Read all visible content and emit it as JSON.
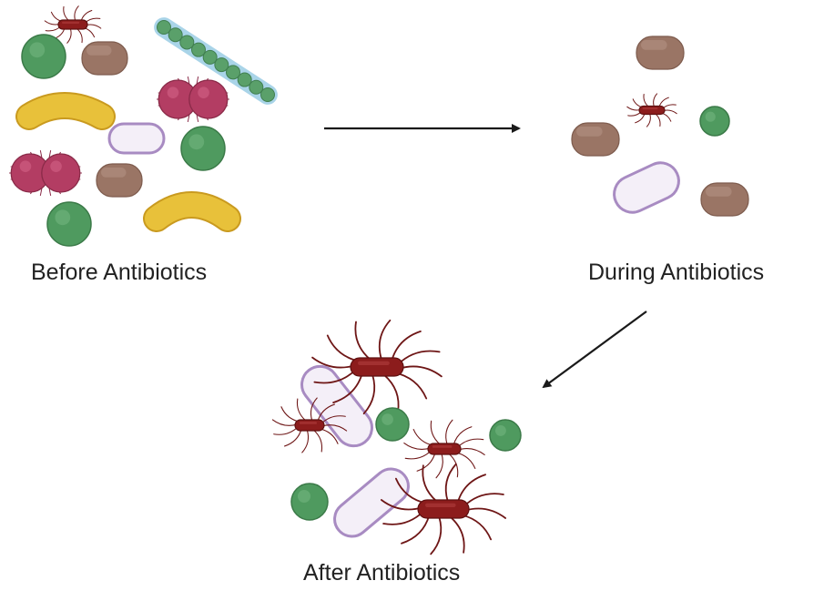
{
  "labels": {
    "before": "Before Antibiotics",
    "during": "During Antibiotics",
    "after": "After Antibiotics"
  },
  "colors": {
    "green_coccus": "#4f9a5f",
    "brown_cell": "#9a7565",
    "yellow_rod": "#e8c13a",
    "pink_diplococcus": "#b33d63",
    "chain_green": "#5aa06a",
    "chain_outline": "#a9d4e8",
    "capsule_outline": "#a88bc2",
    "dark_red_rod": "#8c1c1c",
    "arrow": "#1a1a1a"
  },
  "scenes": {
    "before": {
      "green_cocci": 3,
      "brown_cells": 2,
      "yellow_rods": 2,
      "diplococci": 2,
      "streptococcus_chains": 1,
      "clear_capsules": 1,
      "flagellated_rods": 1
    },
    "during": {
      "green_cocci": 1,
      "brown_cells": 3,
      "clear_capsules": 1,
      "flagellated_rods": 1
    },
    "after": {
      "green_cocci": 3,
      "clear_capsules": 2,
      "flagellated_rods": 4
    }
  }
}
